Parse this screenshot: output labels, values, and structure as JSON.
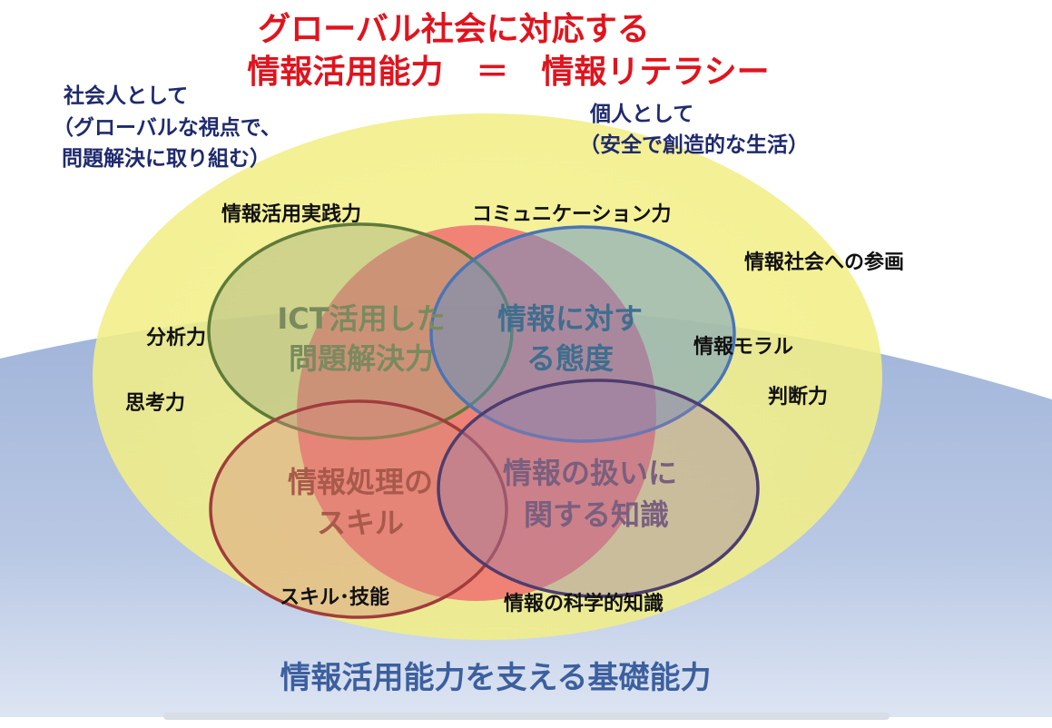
{
  "title": {
    "line1": "グローバル社会に対応する",
    "line2": "情報活用能力　＝　情報リテラシー"
  },
  "perspectives": {
    "social": [
      "社会人として",
      "（グローバルな視点で、",
      "問題解決に取り組む）"
    ],
    "personal": [
      "個人として",
      "（安全で創造的な生活）"
    ]
  },
  "circles": {
    "ict": [
      "ICT活用した",
      "問題解決力"
    ],
    "attitude": [
      "情報に対す",
      "る態度"
    ],
    "skill": [
      "情報処理の",
      "スキル"
    ],
    "knowledge": [
      "情報の扱いに",
      "関する知識"
    ]
  },
  "labels": {
    "practice": "情報活用実践力",
    "communication": "コミュニケーション力",
    "participation": "情報社会への参画",
    "analysis": "分析力",
    "thinking": "思考力",
    "moral": "情報モラル",
    "judgment": "判断力",
    "skill_tech": "スキル･技能",
    "science": "情報の科学的知識"
  },
  "foundation": "情報活用能力を支える基礎能力",
  "colors": {
    "title": "#e0141e",
    "perspective": "#1f2a6e",
    "foundation": "#3c5f9e",
    "ict_ring": "#5e7a3a",
    "attitude_ring": "#4a74b5",
    "skill_ring": "#a13c3c",
    "knowledge_ring": "#4e3d6e"
  }
}
